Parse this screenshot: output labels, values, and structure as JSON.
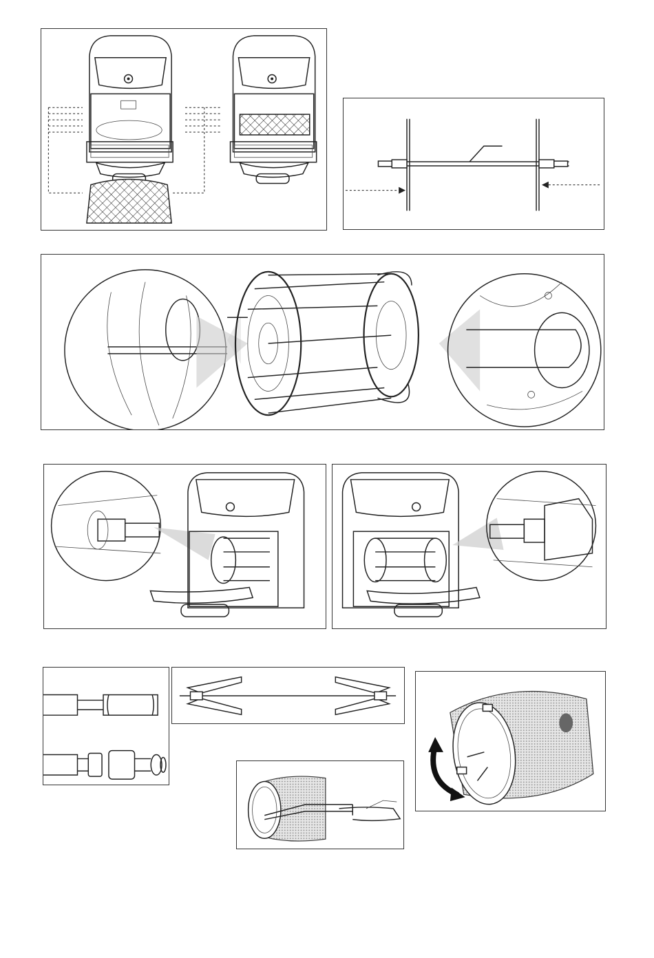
{
  "document": {
    "type": "appliance manual illustration page",
    "text_labels": []
  },
  "colors": {
    "line": "#222222",
    "background": "#ffffff",
    "arrow_black": "#111111"
  },
  "panels": [
    {
      "id": "basket-insertion",
      "icon": "air-fryer-oven-icon"
    },
    {
      "id": "rotisserie-spit",
      "icon": "spit-rod-icon"
    },
    {
      "id": "rotisserie-cage-assembly",
      "icon": "rotisserie-cage-icon"
    },
    {
      "id": "cage-installed-left",
      "icon": "air-fryer-oven-icon"
    },
    {
      "id": "cage-installed-right",
      "icon": "air-fryer-oven-icon"
    },
    {
      "id": "spit-ends-detail",
      "icon": "rod-end-icon"
    },
    {
      "id": "spit-forks",
      "icon": "skewer-fork-icon"
    },
    {
      "id": "drum-basket-removal",
      "icon": "drum-basket-icon"
    },
    {
      "id": "drum-basket-rotation",
      "icon": "drum-basket-icon"
    }
  ]
}
